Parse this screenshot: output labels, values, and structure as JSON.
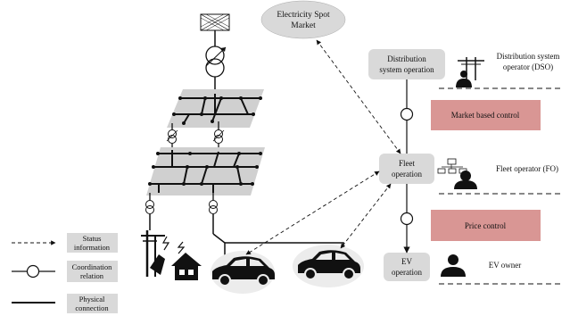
{
  "market": {
    "line1": "Electricity Spot",
    "line2": "Market"
  },
  "boxes": {
    "dso": {
      "line1": "Distribution",
      "line2": "system operation"
    },
    "fleet": {
      "line1": "Fleet",
      "line2": "operation"
    },
    "ev": {
      "line1": "EV",
      "line2": "operation"
    }
  },
  "roles": {
    "dso": {
      "line1": "Distribution system",
      "line2": "operator (DSO)"
    },
    "fo": {
      "line1": "Fleet operator (FO)"
    },
    "ev_owner": {
      "line1": "EV owner"
    }
  },
  "controls": {
    "market_based": "Market based control",
    "price": "Price control"
  },
  "legend": {
    "status": {
      "line1": "Status",
      "line2": "information"
    },
    "coordination": {
      "line1": "Coordination",
      "line2": "relation"
    },
    "physical": {
      "line1": "Physical",
      "line2": "connection"
    }
  },
  "colors": {
    "control_fill": "#d99694",
    "box_fill": "#d9d9d9",
    "platform_fill": "#d0d0d0",
    "ellipse_fill": "#d9d9d9",
    "car_bg": "#ececec"
  }
}
